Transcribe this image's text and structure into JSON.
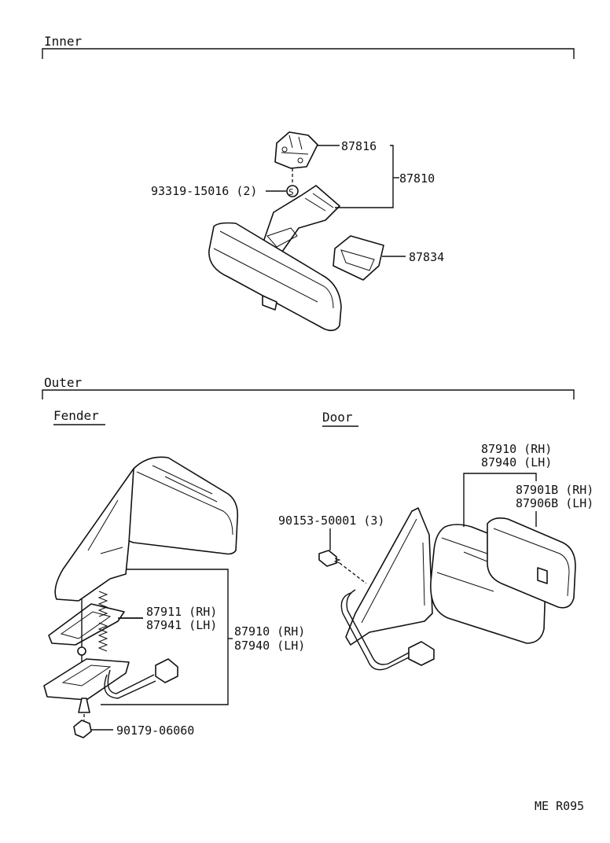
{
  "sections": {
    "inner": "Inner",
    "outer": "Outer",
    "fender": "Fender",
    "door": "Door"
  },
  "parts": {
    "p87816": "87816",
    "p87810": "87810",
    "p93319": "93319-15016 (2)",
    "s_mark": "S",
    "p87834": "87834",
    "p87911": "87911 (RH)",
    "p87941": "87941 (LH)",
    "p87910_f": "87910 (RH)",
    "p87940_f": "87940 (LH)",
    "p90179": "90179-06060",
    "p87910_d": "87910 (RH)",
    "p87940_d": "87940 (LH)",
    "p87901b": "87901B (RH)",
    "p87906b": "87906B (LH)",
    "p90153": "90153-50001 (3)"
  },
  "footer": {
    "code": "ME  R095"
  }
}
